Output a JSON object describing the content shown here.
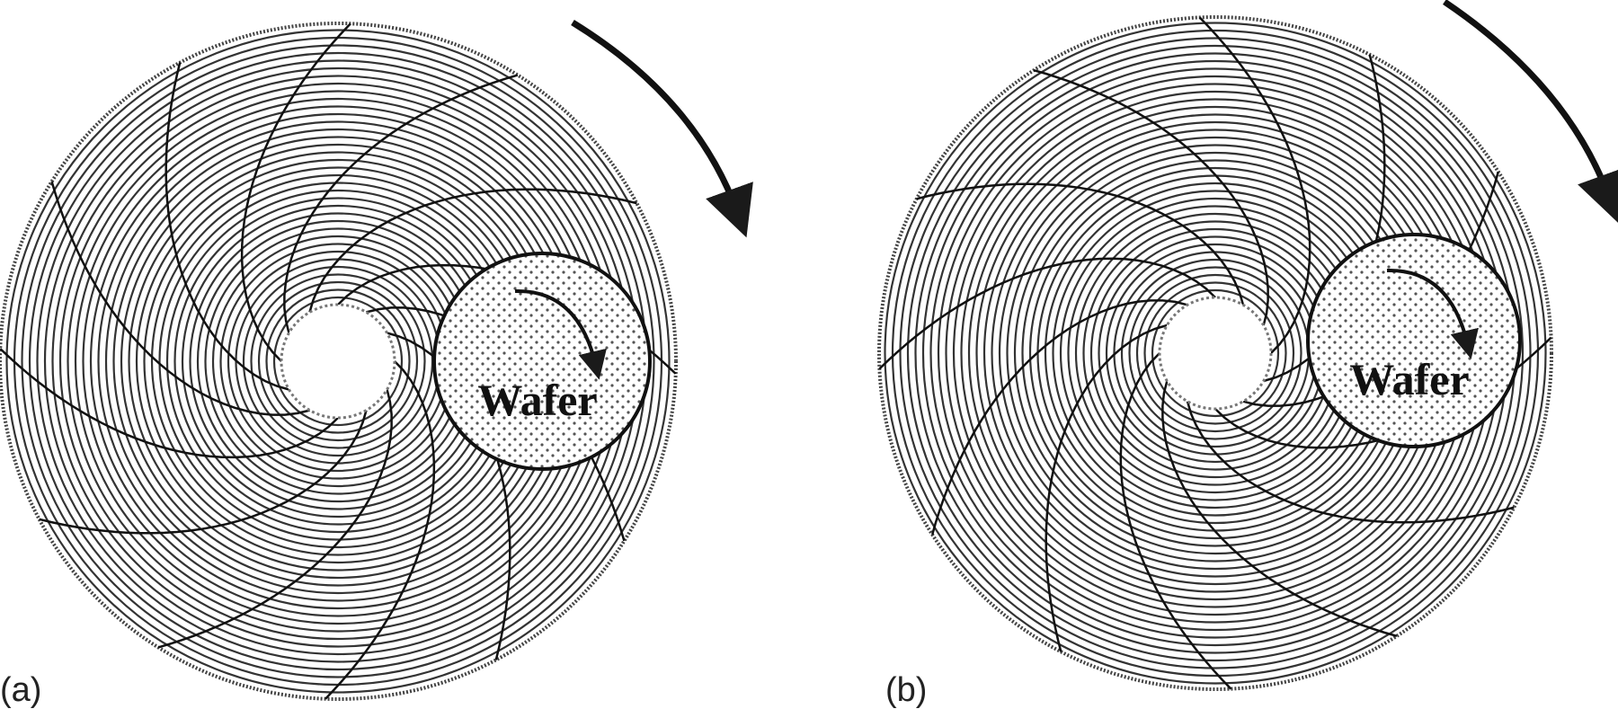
{
  "panels": [
    {
      "label": "(a)",
      "wafer_label": "Wafer",
      "groove_curvature": "clockwise"
    },
    {
      "label": "(b)",
      "wafer_label": "Wafer",
      "groove_curvature": "counter-clockwise"
    }
  ],
  "colors": {
    "ink": "#1a1a1a",
    "background": "#ffffff"
  }
}
